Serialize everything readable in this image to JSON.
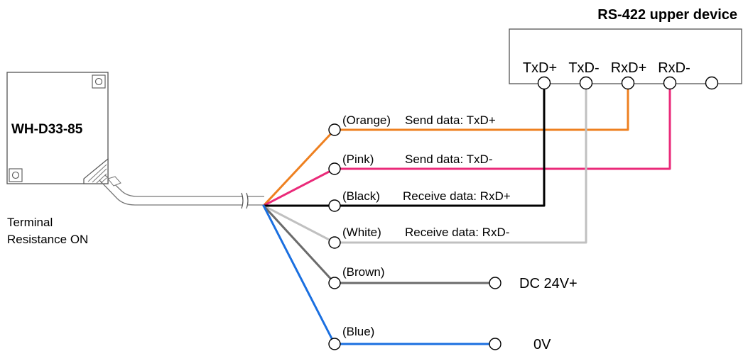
{
  "sensor": {
    "model": "WH-D33-85",
    "note_line1": "Terminal",
    "note_line2": "Resistance ON"
  },
  "upper_device": {
    "title": "RS-422 upper device",
    "pins": [
      "TxD+",
      "TxD-",
      "RxD+",
      "RxD-"
    ]
  },
  "wires": [
    {
      "color_label": "(Orange)",
      "description": "Send data: TxD+",
      "color": "#ee8020"
    },
    {
      "color_label": "(Pink)",
      "description": "Send data: TxD-",
      "color": "#ea2a79"
    },
    {
      "color_label": "(Black)",
      "description": "Receive data: RxD+",
      "color": "#000000"
    },
    {
      "color_label": "(White)",
      "description": "Receive data: RxD-",
      "color": "#c0c0c0"
    },
    {
      "color_label": "(Brown)",
      "description": "",
      "color": "#6b6b6b"
    },
    {
      "color_label": "(Blue)",
      "description": "",
      "color": "#1a6fe0"
    }
  ],
  "power": {
    "brown_label": "DC 24V+",
    "blue_label": "0V"
  }
}
